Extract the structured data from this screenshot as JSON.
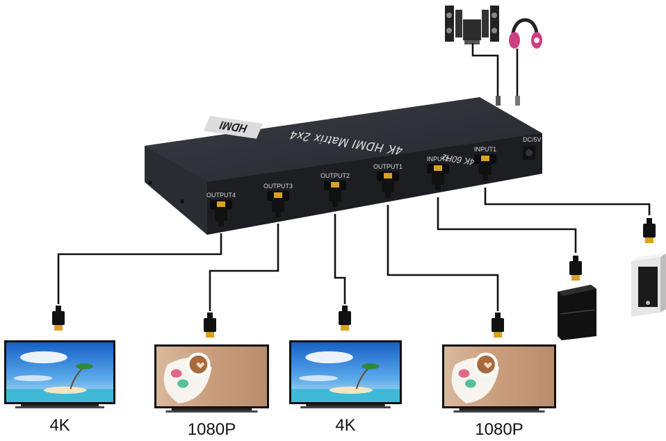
{
  "device": {
    "title": "4K HDMI Matrix 2x4",
    "subtitle": "4K 60Hz",
    "logo_text": "HDMI",
    "power_label": "DC/5V",
    "ports": [
      "OUTPUT4",
      "OUTPUT3",
      "OUTPUT2",
      "OUTPUT1",
      "INPUT2",
      "INPUT1"
    ]
  },
  "displays": [
    {
      "caption": "4K",
      "image": "beach-island"
    },
    {
      "caption": "1080P",
      "image": "coffee-macarons"
    },
    {
      "caption": "4K",
      "image": "beach-island"
    },
    {
      "caption": "1080P",
      "image": "coffee-macarons"
    }
  ],
  "sources": [
    "game-console",
    "pc-tower"
  ],
  "audio_outputs": [
    "speaker-system",
    "headphones"
  ],
  "colors": {
    "device": "#2a2d33",
    "cable": "#111111",
    "connector_gold": "#d8a21f",
    "sky": "#1f6fd0"
  }
}
